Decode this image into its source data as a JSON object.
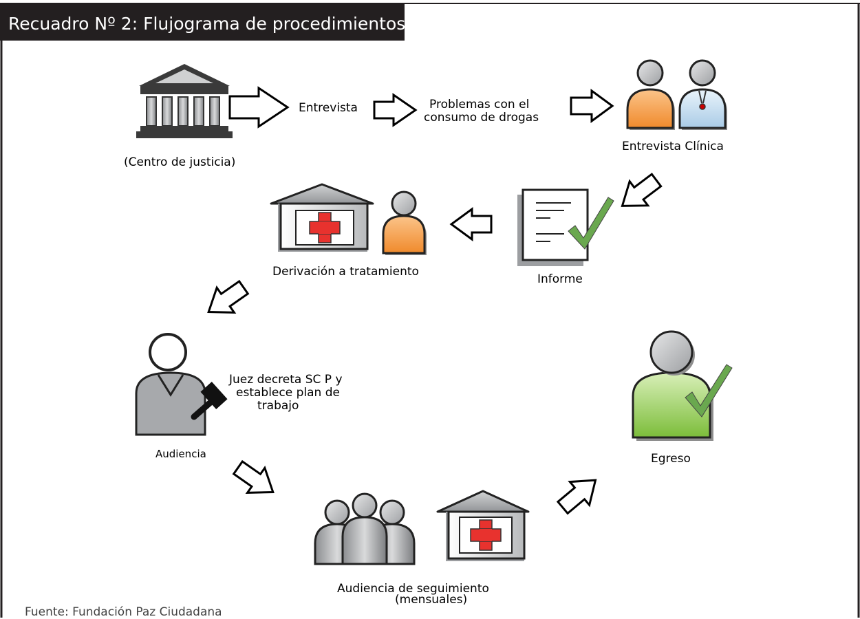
{
  "title": "Recuadro Nº 2: Flujograma de procedimientos",
  "nodes": {
    "centro_justicia": "(Centro de justicia)",
    "entrevista": "Entrevista",
    "problemas_line1": "Problemas con el",
    "problemas_line2": "consumo de drogas",
    "entrevista_clinica": "Entrevista Clínica",
    "informe": "Informe",
    "derivacion": "Derivación a tratamiento",
    "juez_line1": "Juez decreta SC P y",
    "juez_line2": "establece plan de",
    "juez_line3": "trabajo",
    "audiencia": "Audiencia",
    "seguimiento_line1": "Audiencia de seguimiento",
    "seguimiento_line2": "(mensuales)",
    "egreso": "Egreso"
  },
  "source": "Fuente: Fundación Paz Ciudadana",
  "colors": {
    "title_bar": "#231f20",
    "person_gray": "#a7a9ac",
    "person_orange": "#f7a14a",
    "person_blue": "#c9e1f2",
    "person_green": "#8dc63f",
    "check_green": "#6aa84f",
    "red_cross": "#e8322e"
  }
}
